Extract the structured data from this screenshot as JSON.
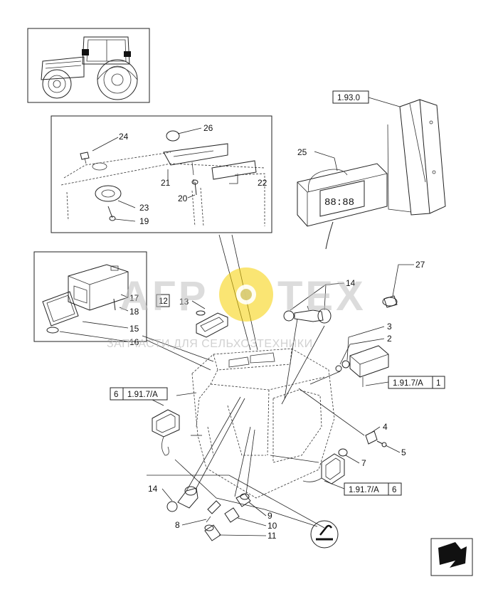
{
  "watermark": {
    "brand_left": "АГР",
    "brand_right": "ТЕХ",
    "subtitle": "ЗАПЧАСТИ ДЛЯ СЕЛЬХОЗТЕХНИКИ",
    "accent_color": "#f5d000"
  },
  "callouts": {
    "p24": "24",
    "p26": "26",
    "p21": "21",
    "p22": "22",
    "p20": "20",
    "p23": "23",
    "p19": "19",
    "p25": "25",
    "p27": "27",
    "p17": "17",
    "p18": "18",
    "p15": "15",
    "p16": "16",
    "p12": "12",
    "p13": "13",
    "p14a": "14",
    "p3": "3",
    "p2": "2",
    "p4": "4",
    "p5": "5",
    "p7": "7",
    "p14b": "14",
    "p8": "8",
    "p9": "9",
    "p10": "10",
    "p11": "11"
  },
  "references": {
    "ref_1930": "1.93.0",
    "left_qty": "6",
    "left_ref": "1.91.7/A",
    "right_top_ref": "1.91.7/A",
    "right_top_qty": "1",
    "right_bottom_ref": "1.91.7/A",
    "right_bottom_qty": "6"
  },
  "icons": {
    "overview": "tractor-icon",
    "nav": "next-page-arrow-icon",
    "tool": "wiring-symbol-icon"
  }
}
